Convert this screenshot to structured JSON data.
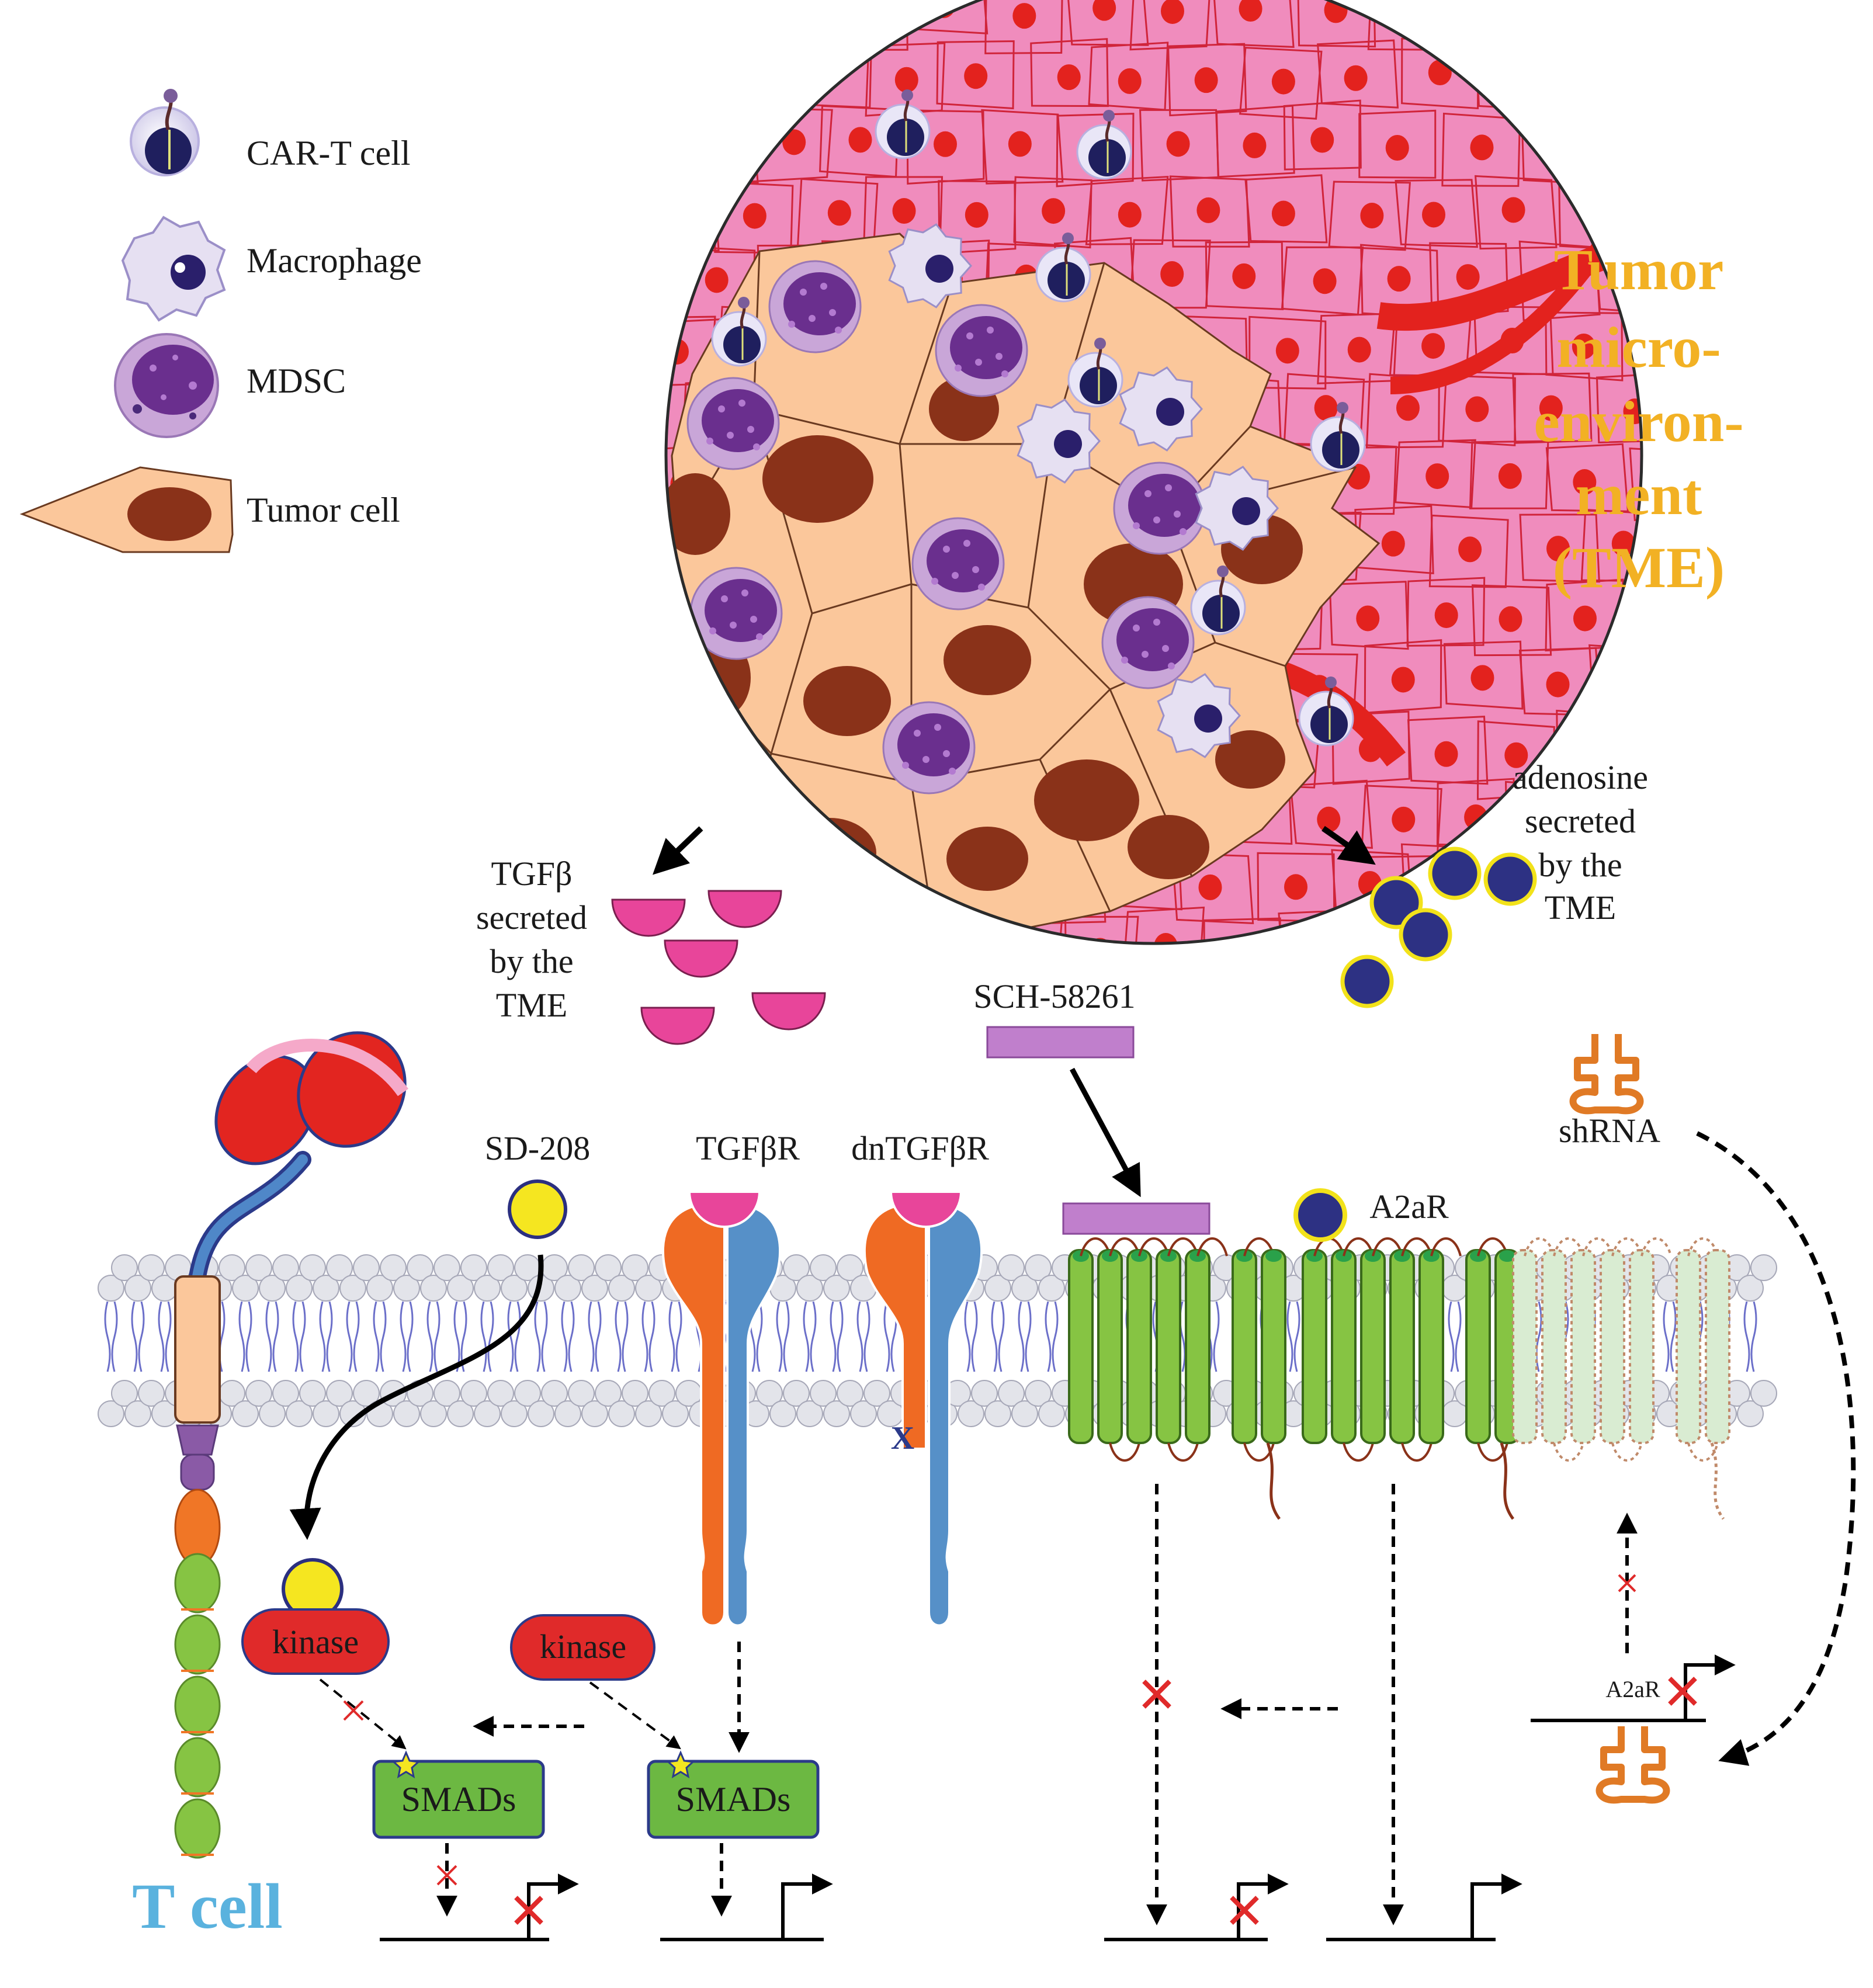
{
  "legend": {
    "car_t": "CAR-T cell",
    "macrophage": "Macrophage",
    "mdsc": "MDSC",
    "tumor_cell": "Tumor cell"
  },
  "tme_title": [
    "Tumor",
    "micro-",
    "environ-",
    "ment",
    "(TME)"
  ],
  "tgfb_secreted": [
    "TGFβ",
    "secreted",
    "by the",
    "TME"
  ],
  "adenosine_secreted": [
    "adenosine",
    "secreted",
    "by the",
    "TME"
  ],
  "membrane_labels": {
    "sd208": "SD-208",
    "tgfbr": "TGFβR",
    "dntgfbr": "dnTGFβR",
    "sch": "SCH-58261",
    "a2ar": "A2aR",
    "shrna": "shRNA",
    "a2ar_gene": "A2aR"
  },
  "intracellular": {
    "kinase_1": "kinase",
    "kinase_2": "kinase",
    "smads_1": "SMADs",
    "smads_2": "SMADs"
  },
  "t_cell_label": "T cell",
  "colors": {
    "tumor_orange": "#f2b124",
    "t_cell_blue": "#5ab2de",
    "tgf_pink": "#e8459a",
    "adenosine_navy": "#2d3183",
    "adenosine_rim": "#f2e21a",
    "receptor_green": "#86c443",
    "kinase_red": "#e02a2a",
    "smad_green": "#6cb842",
    "normal_tissue_pink": "#f08cbd",
    "tumor_tissue_peach": "#fbc79b",
    "nucleus_brown": "#8a3219"
  },
  "icons": [
    "car-t-cell-icon",
    "macrophage-icon",
    "mdsc-icon",
    "tumor-cell-icon",
    "shrna-icon",
    "gene-promoter-icon",
    "inhibition-x-icon"
  ]
}
